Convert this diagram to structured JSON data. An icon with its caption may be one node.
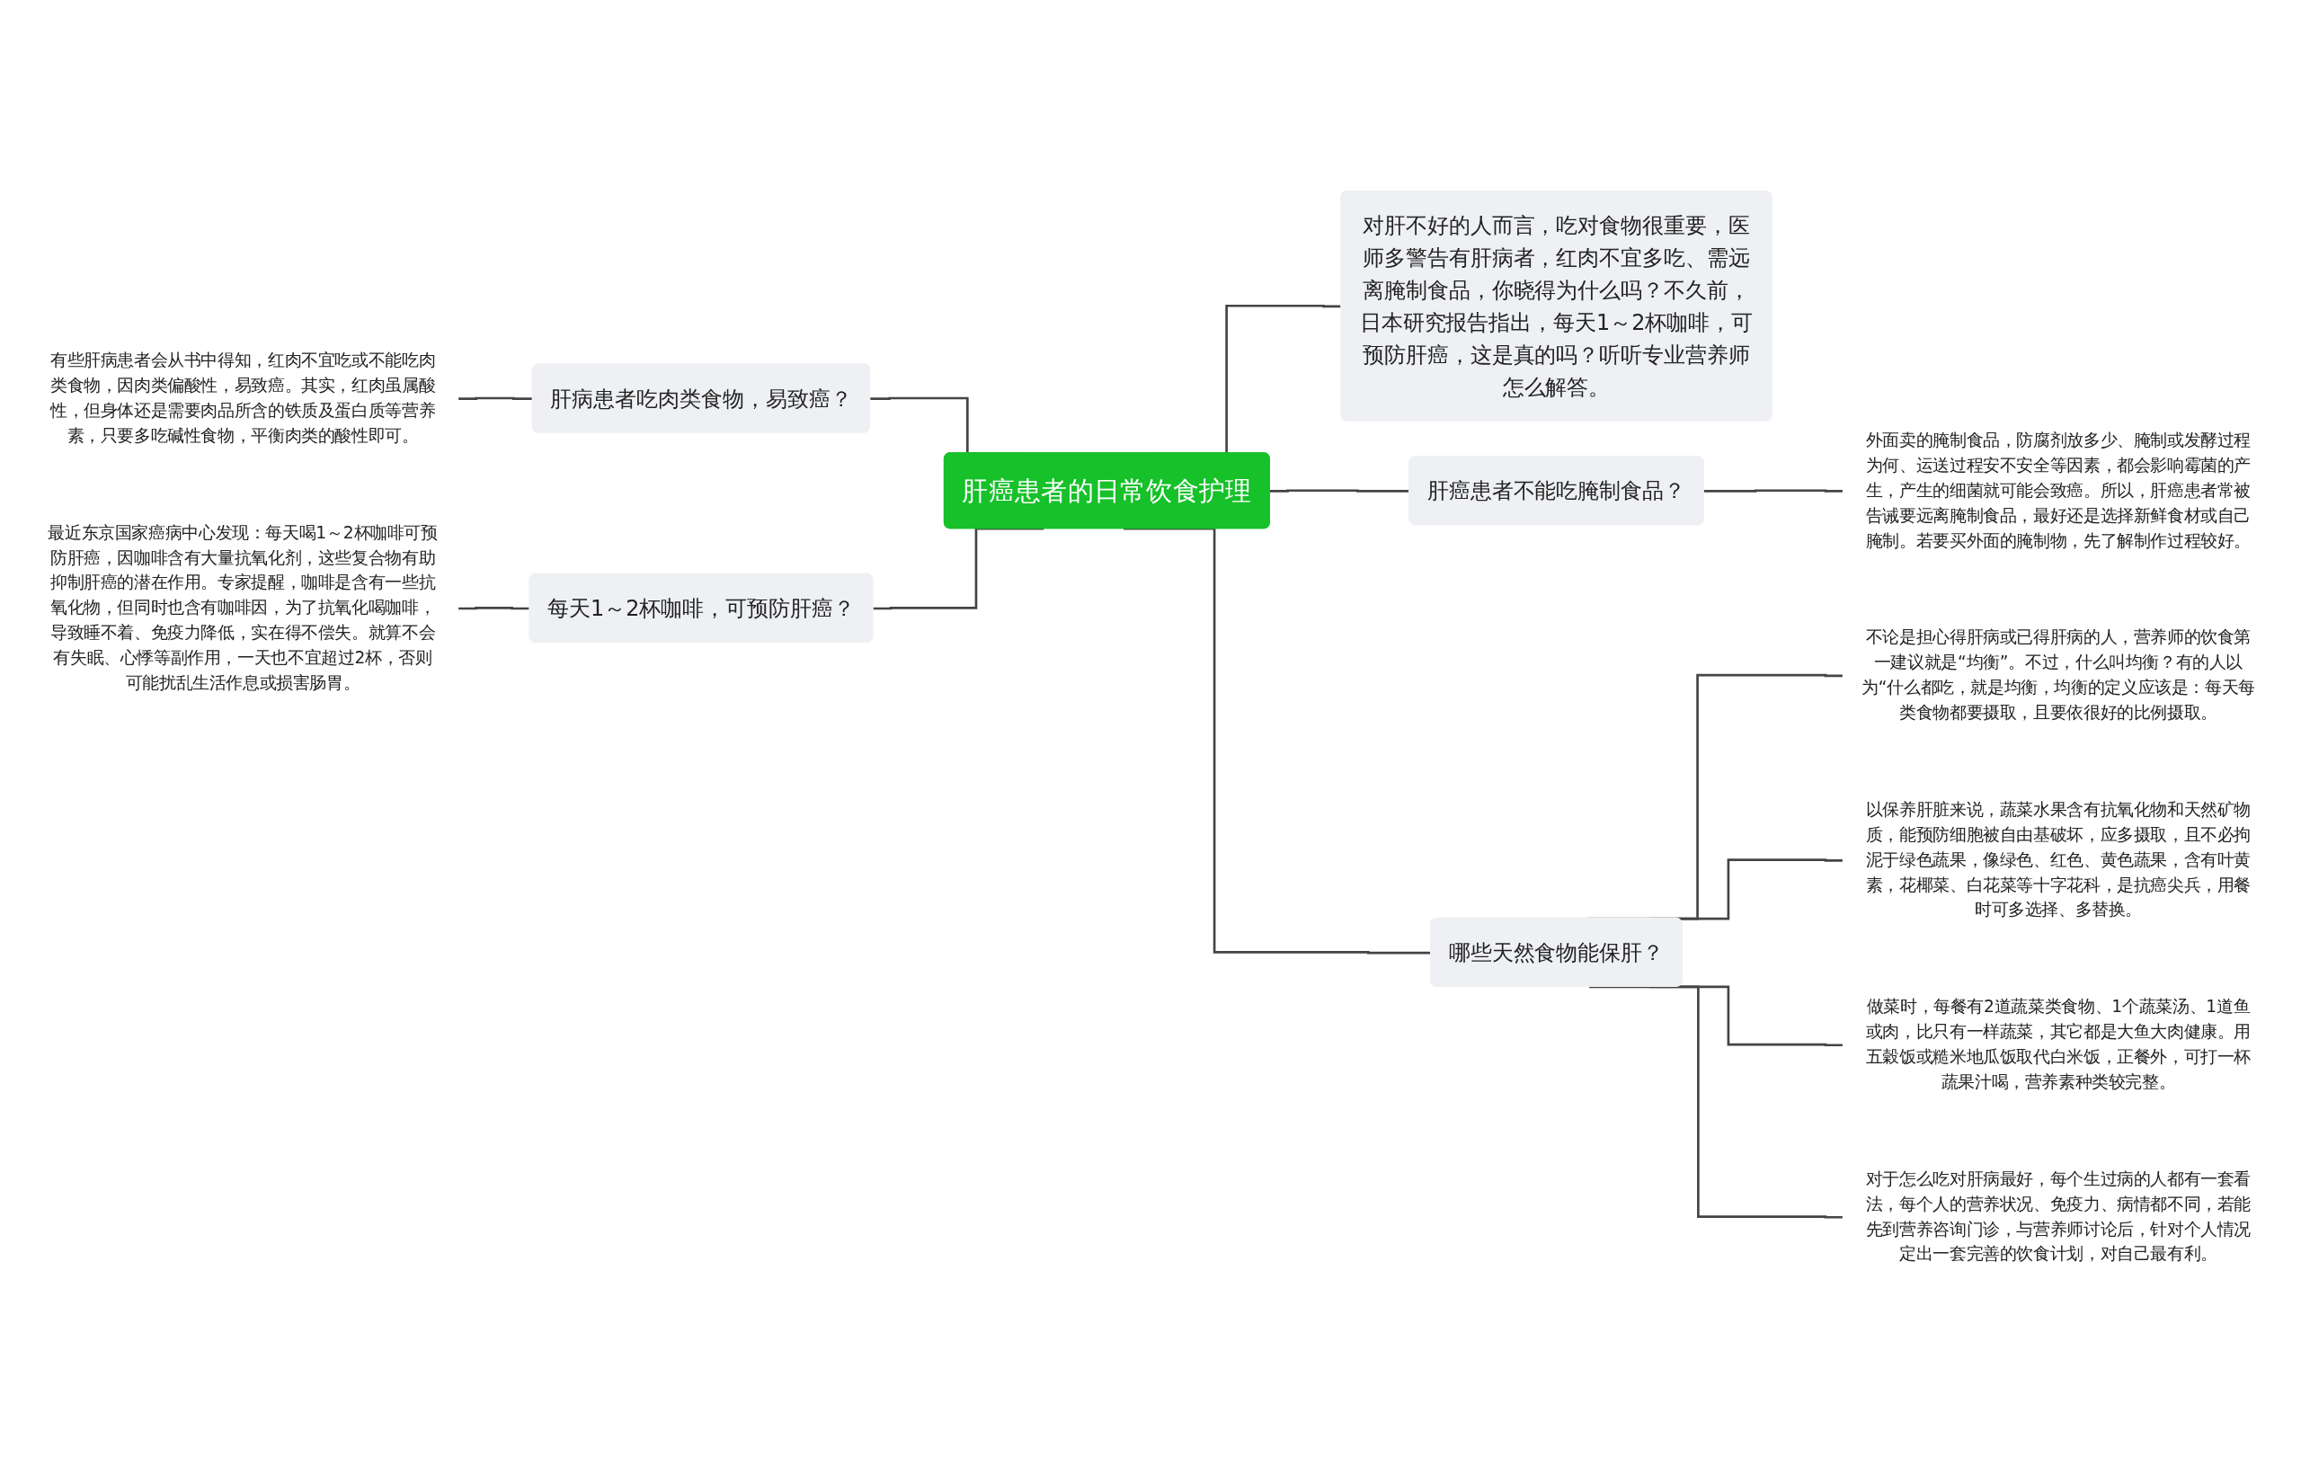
{
  "diagram": {
    "nodes": [
      {
        "text": [
          "肝癌患者的日常饮食护理"
        ]
      },
      {
        "text": [
          "肝病患者吃肉类食物，易致癌？"
        ]
      },
      {
        "text": [
          "有些肝病患者会从书中得知，红肉不宜吃或不能吃肉类食物，因肉类偏酸性，易致癌。其实，红肉虽属酸性，但身体还是需要肉品所含的铁质及蛋白质等营养素，只要多吃碱性食物，平衡肉类的酸性即可。"
        ]
      },
      {
        "text": [
          "每天1～2杯咖啡，可预防肝癌？"
        ]
      },
      {
        "text": [
          "最近东京国家癌病中心发现：每天喝1～2杯咖啡可预防肝癌，因咖啡含有大量抗氧化剂，这些复合物有助抑制肝癌的潜在作用。专家提醒，咖啡是含有一些抗氧化物，但同时也含有咖啡因，为了抗氧化喝咖啡，导致睡不着、免疫力降低，实在得不偿失。就算不会有失眠、心悸等副作用，一天也不宜超过2杯，否则可能扰乱生活作息或损害肠胃。"
        ]
      },
      {
        "text": [
          "对肝不好的人而言，吃对食物很重要，医师多警告有肝病者，红肉不宜多吃、需远离腌制食品，你晓得为什么吗？不久前，日本研究报告指出，每天1～2杯咖啡，可预防肝癌，这是真的吗？听听专业营养师怎么解答。"
        ]
      },
      {
        "text": [
          "肝癌患者不能吃腌制食品？"
        ]
      },
      {
        "text": [
          "外面卖的腌制食品，防腐剂放多少、腌制或发酵过程为何、运送过程安不安全等因素，都会影响霉菌的产生，产生的细菌就可能会致癌。所以，肝癌患者常被告诫要远离腌制食品，最好还是选择新鲜食材或自己腌制。若要买外面的腌制物，先了解制作过程较好。"
        ]
      },
      {
        "text": [
          "哪些天然食物能保肝？"
        ]
      },
      {
        "text": [
          "不论是担心得肝病或已得肝病的人，营养师的饮食第一建议就是“均衡”。不过，什么叫均衡？有的人以为“什么都吃，就是均衡，均衡的定义应该是：每天每类食物都要摄取，且要依很好的比例摄取。"
        ]
      },
      {
        "text": [
          "以保养肝脏来说，蔬菜水果含有抗氧化物和天然矿物质，能预防细胞被自由基破坏，应多摄取，且不必拘泥于绿色蔬果，像绿色、红色、黄色蔬果，含有叶黄素，花椰菜、白花菜等十字花科，是抗癌尖兵，用餐时可多选择、多替换。"
        ]
      },
      {
        "text": [
          "做菜时，每餐有2道蔬菜类食物、1个蔬菜汤、1道鱼或肉，比只有一样蔬菜，其它都是大鱼大肉健康。用五穀饭或糙米地瓜饭取代白米饭，正餐外，可打一杯蔬果汁喝，营养素种类较完整。"
        ]
      },
      {
        "text": [
          "对于怎么吃对肝病最好，每个生过病的人都有一套看法，每个人的营养状况、免疫力、病情都不同，若能先到营养咨询门诊，与营养师讨论后，针对个人情况定出一套完善的饮食计划，对自己最有利。"
        ]
      }
    ],
    "edges": [
      {
        "from": 2,
        "to": 1,
        "arrow": "none"
      },
      {
        "from": 1,
        "to": 0,
        "arrow": "none"
      },
      {
        "from": 4,
        "to": 3,
        "arrow": "none"
      },
      {
        "from": 3,
        "to": 0,
        "arrow": "none"
      },
      {
        "from": 0,
        "to": 5,
        "arrow": "none"
      },
      {
        "from": 0,
        "to": 6,
        "arrow": "none"
      },
      {
        "from": 6,
        "to": 7,
        "arrow": "none"
      },
      {
        "from": 0,
        "to": 8,
        "arrow": "none"
      },
      {
        "from": 8,
        "to": 9,
        "arrow": "none"
      },
      {
        "from": 8,
        "to": 10,
        "arrow": "none"
      },
      {
        "from": 8,
        "to": 11,
        "arrow": "none"
      },
      {
        "from": 8,
        "to": 12,
        "arrow": "none"
      }
    ]
  }
}
